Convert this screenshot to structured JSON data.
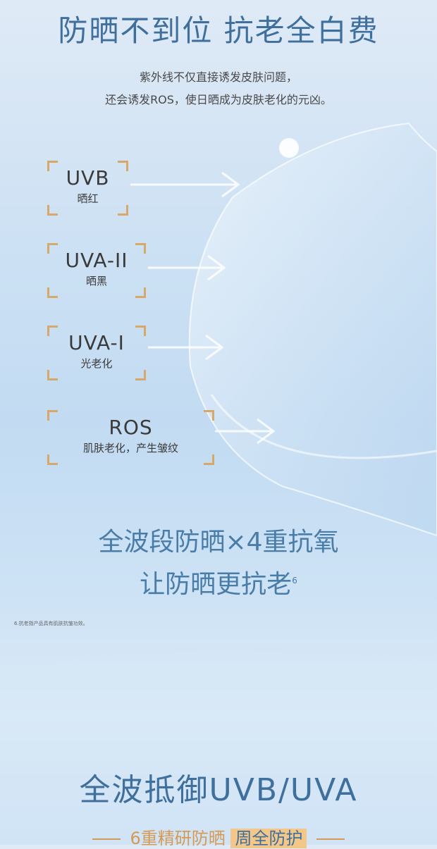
{
  "header": {
    "title": "防晒不到位  抗老全白费",
    "subtitle_lines": [
      "紫外线不仅直接诱发皮肤问题，",
      "还会诱发ROS，使日晒成为皮肤老化的元凶。"
    ]
  },
  "rays": [
    {
      "name": "UVB",
      "desc": "晒红"
    },
    {
      "name": "UVA-II",
      "desc": "晒黑"
    },
    {
      "name": "UVA-I",
      "desc": "光老化"
    },
    {
      "name": "ROS",
      "desc": "肌肤老化，产生皱纹"
    }
  ],
  "slogan": {
    "line1": "全波段防晒×4重抗氧",
    "line2": "让防晒更抗老",
    "sup": "6"
  },
  "footnote": "6.抗老指产品具有肌肤抗皱功效。",
  "section2": {
    "title": "全波抵御UVB/UVA",
    "tag_plain": "6重精研防晒",
    "tag_highlight": "周全防护"
  },
  "colors": {
    "title": "#3f6f9c",
    "gold": "#d6a86a"
  }
}
